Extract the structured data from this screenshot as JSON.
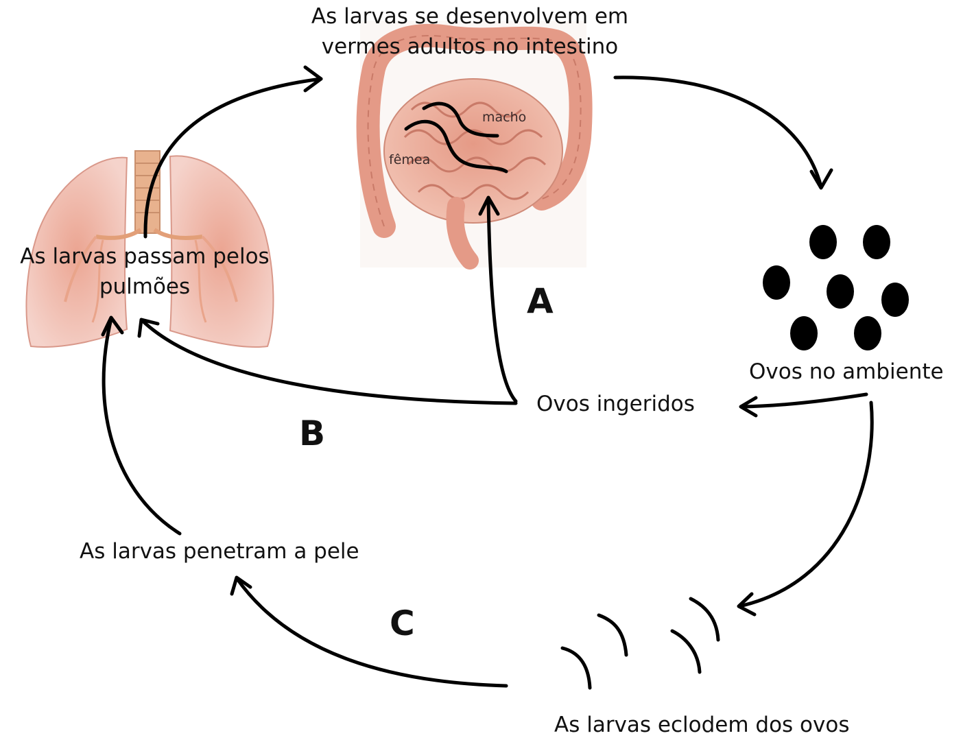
{
  "labels": {
    "intestine_line1": "As larvas se desenvolvem em",
    "intestine_line2": "vermes adultos no intestino",
    "lungs_line1": "As larvas passam pelos",
    "lungs_line2": "pulmões",
    "eggs_env": "Ovos no ambiente",
    "eggs_ingested": "Ovos ingeridos",
    "skin": "As larvas penetram a pele",
    "hatch": "As larvas eclodem dos ovos",
    "male": "macho",
    "female": "fêmea"
  },
  "path_letters": {
    "a": "A",
    "b": "B",
    "c": "C"
  },
  "colors": {
    "arrow": "#000000",
    "text": "#111111",
    "lung_tissue": "#f2c2b8",
    "lung_vessels": "#e9a48a",
    "trachea": "#e8b28e",
    "intestine": "#e8a795",
    "intestine_dark": "#c97a68",
    "egg": "#000000"
  }
}
